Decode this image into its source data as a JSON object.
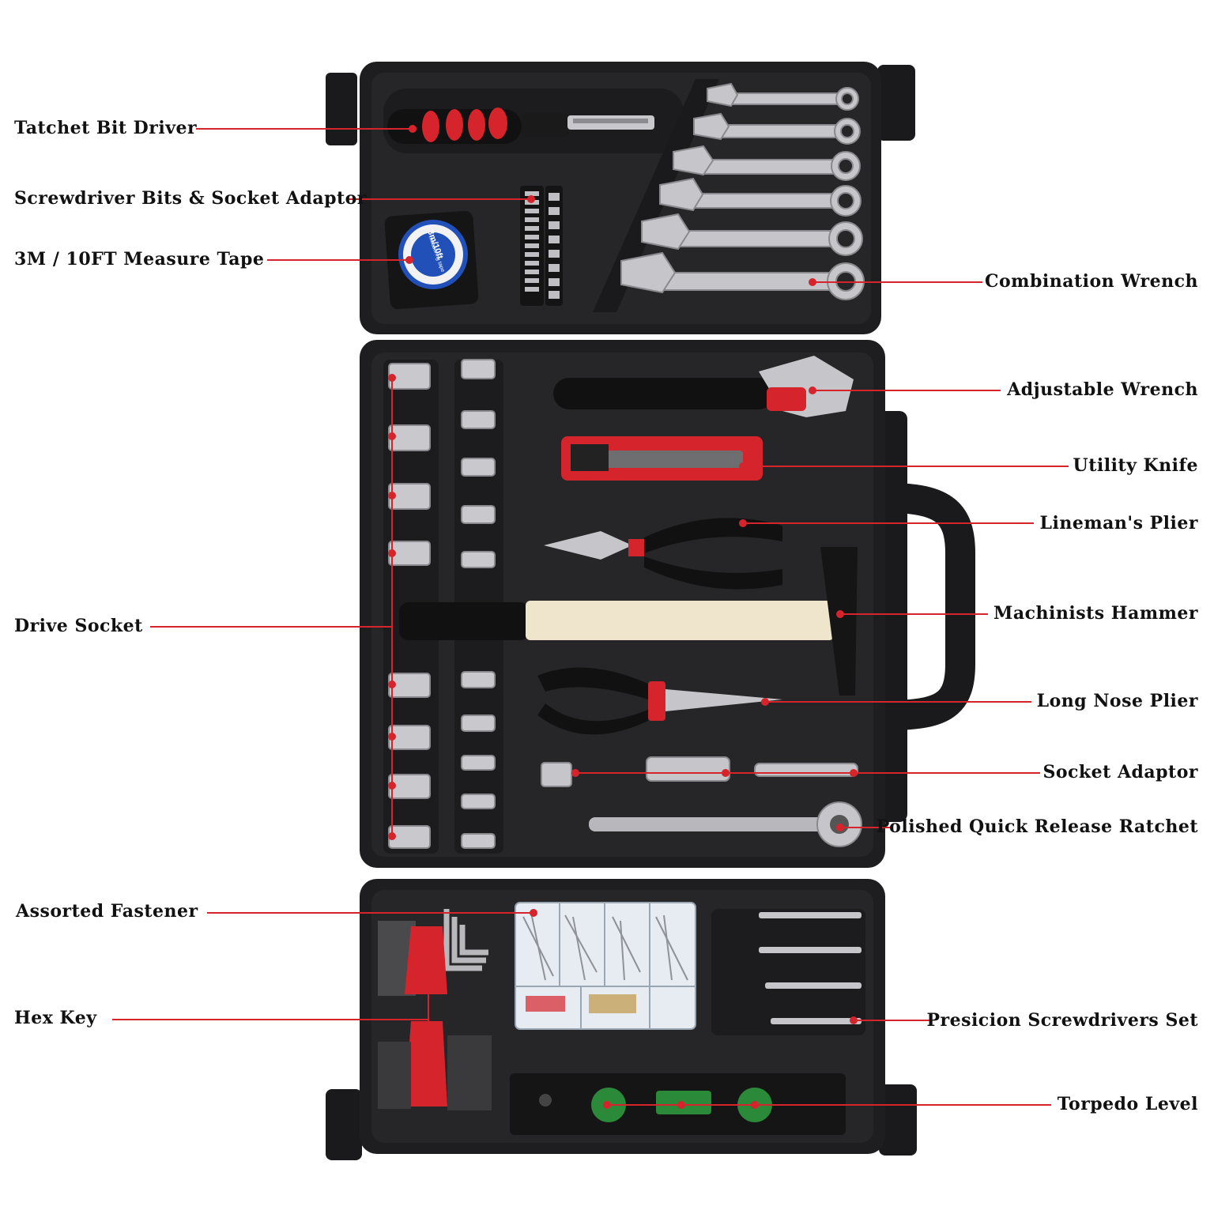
{
  "colors": {
    "leader_line": "#d6242c",
    "case": "#1e1e20",
    "foam": "#2c2c2f",
    "accent_red": "#d6242c",
    "chrome": "#c8c8cc"
  },
  "labels_left": [
    {
      "key": "ratchet_bit_driver",
      "text": "Tatchet Bit Driver"
    },
    {
      "key": "screwdriver_bits",
      "text": "Screwdriver Bits & Socket Adaptor"
    },
    {
      "key": "measure_tape",
      "text": "3M / 10FT Measure Tape"
    },
    {
      "key": "drive_socket",
      "text": "Drive Socket"
    },
    {
      "key": "assorted_fastener",
      "text": "Assorted Fastener"
    },
    {
      "key": "hex_key",
      "text": "Hex Key"
    }
  ],
  "labels_right": [
    {
      "key": "combination_wrench",
      "text": "Combination Wrench"
    },
    {
      "key": "adjustable_wrench",
      "text": "Adjustable Wrench"
    },
    {
      "key": "utility_knife",
      "text": "Utility Knife"
    },
    {
      "key": "lineman_plier",
      "text": "Lineman's Plier"
    },
    {
      "key": "machinists_hammer",
      "text": "Machinists Hammer"
    },
    {
      "key": "long_nose_plier",
      "text": "Long Nose Plier"
    },
    {
      "key": "socket_adaptor",
      "text": "Socket Adaptor"
    },
    {
      "key": "ratchet",
      "text": "Polished Quick Release Ratchet"
    },
    {
      "key": "precision_screwdrivers",
      "text": "Presicion Screwdrivers Set"
    },
    {
      "key": "torpedo_level",
      "text": "Torpedo Level"
    }
  ],
  "product_text": {
    "tape_brand": "3m/10ft",
    "tape_sub": "measuring tape"
  }
}
